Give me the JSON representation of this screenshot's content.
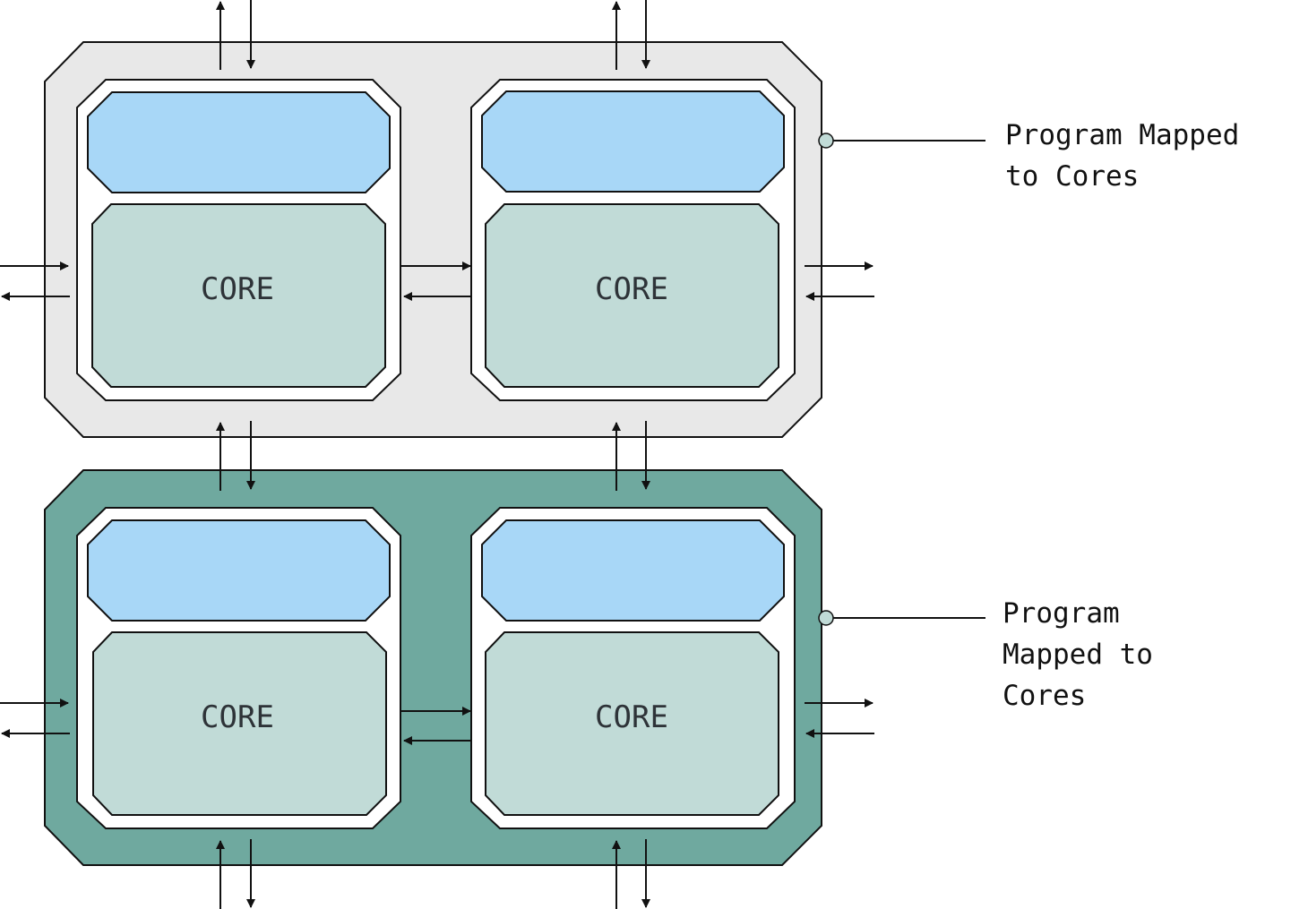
{
  "colors": {
    "chip_top_fill": "#e8e8e8",
    "chip_bottom_fill": "#6fa99f",
    "tile_fill": "#ffffff",
    "memory_fill": "#a8d7f7",
    "core_fill": "#c1dbd7",
    "stroke": "#111111",
    "callout_dot": "#c1dbd7"
  },
  "chips": [
    {
      "name": "top",
      "cores": [
        {
          "label": "CORE"
        },
        {
          "label": "CORE"
        }
      ],
      "callout_lines": [
        "Program Mapped",
        "to Cores"
      ]
    },
    {
      "name": "bottom",
      "cores": [
        {
          "label": "CORE"
        },
        {
          "label": "CORE"
        }
      ],
      "callout_lines": [
        "Program",
        "Mapped to",
        "Cores"
      ]
    }
  ]
}
